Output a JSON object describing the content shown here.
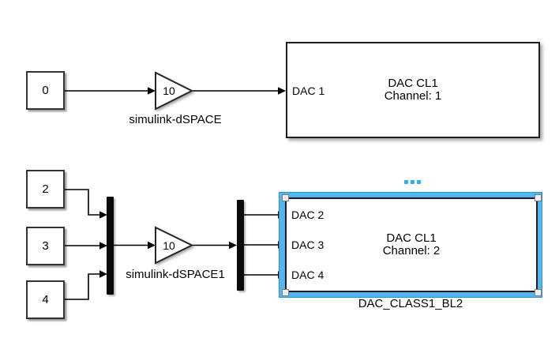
{
  "colors": {
    "selection_blue": "#52b5ef",
    "selection_blue_border": "#2496d8",
    "ellipsis_blue": "#29b1ec",
    "wire_black": "#000000"
  },
  "top": {
    "constant": {
      "value": "0"
    },
    "gain": {
      "value": "10",
      "label": "simulink-dSPACE"
    },
    "dac": {
      "port_label": "DAC 1",
      "title_line1": "DAC CL1",
      "title_line2": "Channel: 1"
    }
  },
  "bottom": {
    "constants": [
      {
        "value": "2"
      },
      {
        "value": "3"
      },
      {
        "value": "4"
      }
    ],
    "gain": {
      "value": "10",
      "label": "simulink-dSPACE1"
    },
    "dac": {
      "port_labels": [
        "DAC 2",
        "DAC 3",
        "DAC 4"
      ],
      "title_line1": "DAC CL1",
      "title_line2": "Channel: 2",
      "name_label": "DAC_CLASS1_BL2",
      "selected": true,
      "actions_icon": "ellipsis-dots"
    }
  }
}
